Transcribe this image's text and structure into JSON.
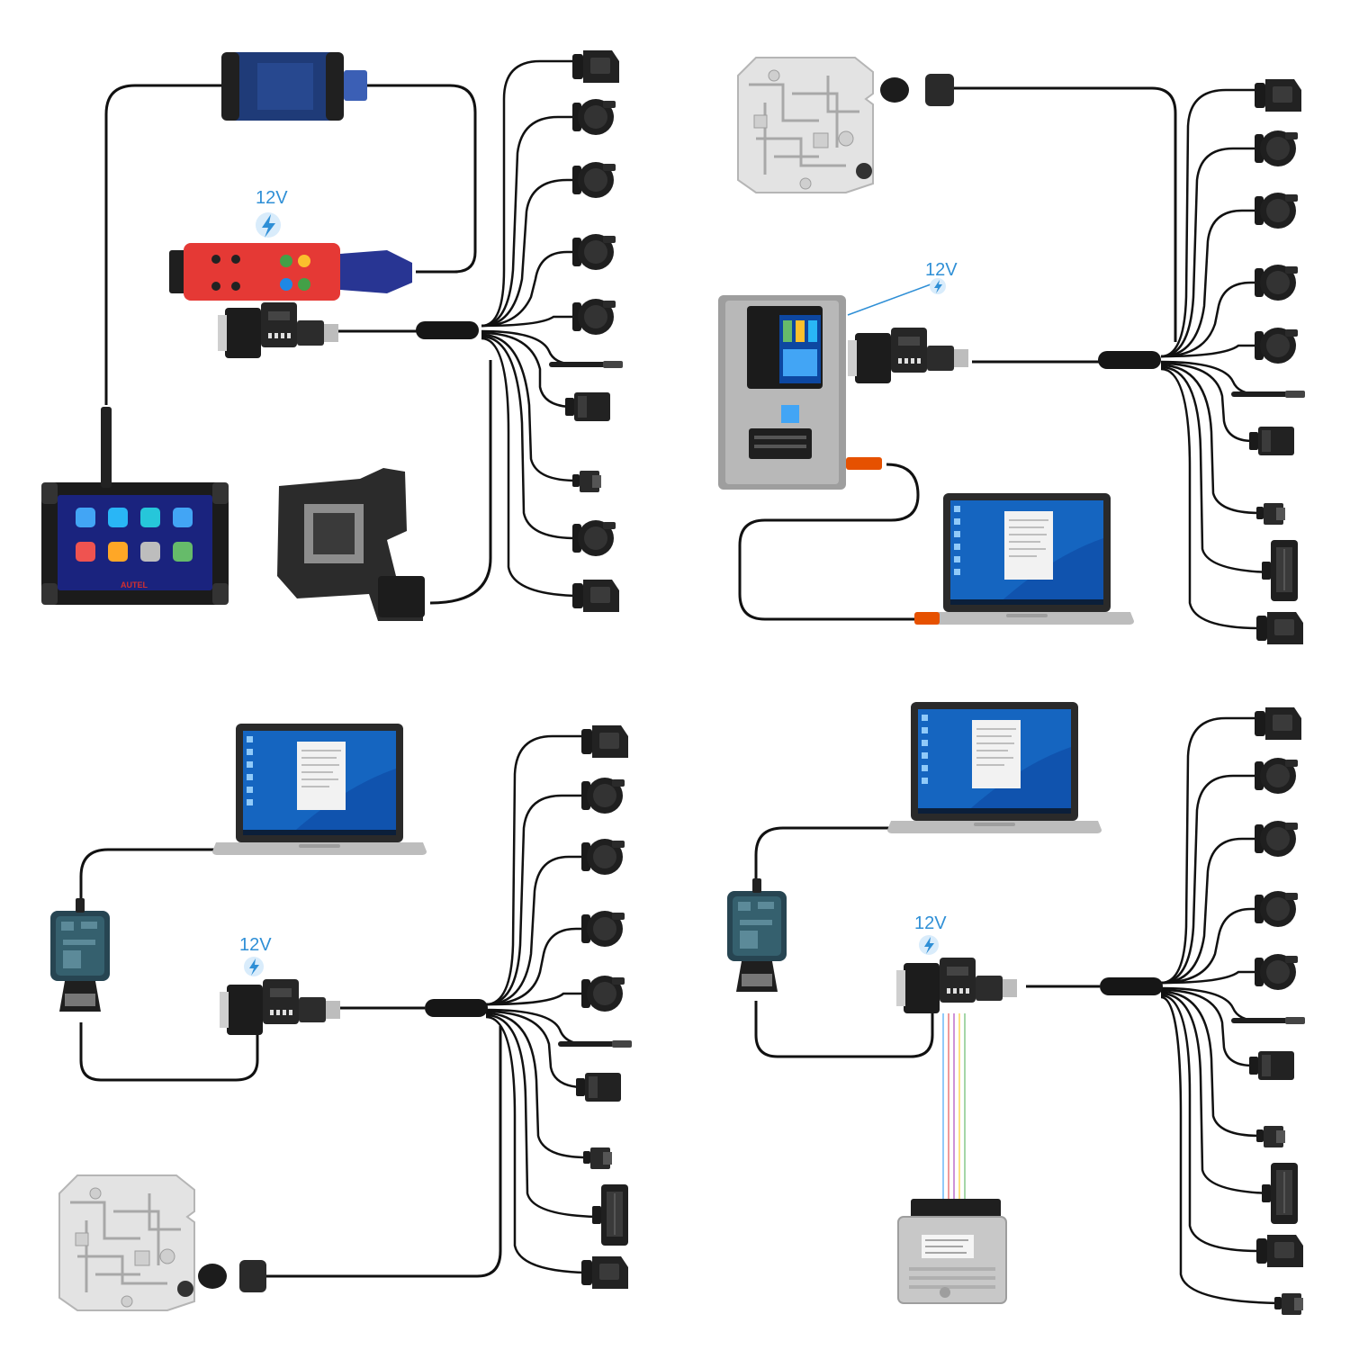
{
  "voltage_label": "12V",
  "brand_label": "AUTEL",
  "colors": {
    "accent_blue": "#2f8fd6",
    "cable": "#111111",
    "interface_red": "#e53935",
    "windows_blue": "#1565c0"
  },
  "panels": [
    {
      "name": "top-left",
      "devices": [
        "tablet-scanner",
        "vci-box",
        "red-interface-box",
        "db-adapter",
        "harness-splitter",
        "valve-body-board"
      ]
    },
    {
      "name": "top-right",
      "devices": [
        "programmer-box",
        "db-adapter",
        "harness-splitter",
        "laptop",
        "valve-body-board"
      ]
    },
    {
      "name": "bottom-left",
      "devices": [
        "laptop",
        "interface-module",
        "db-adapter",
        "harness-splitter",
        "valve-body-board"
      ]
    },
    {
      "name": "bottom-right",
      "devices": [
        "laptop",
        "interface-module",
        "db-adapter",
        "harness-splitter",
        "ecu-module"
      ]
    }
  ]
}
